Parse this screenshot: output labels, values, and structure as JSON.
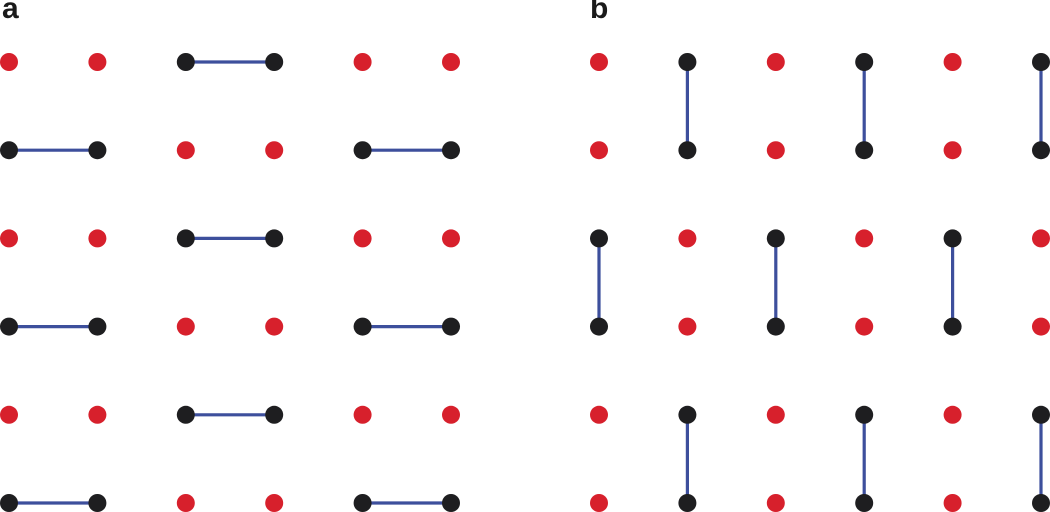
{
  "panels": [
    {
      "label": "a",
      "rows": 6,
      "cols": 6,
      "bonds": [
        [
          0,
          2,
          0,
          3
        ],
        [
          1,
          0,
          1,
          1
        ],
        [
          1,
          4,
          1,
          5
        ],
        [
          2,
          2,
          2,
          3
        ],
        [
          3,
          0,
          3,
          1
        ],
        [
          3,
          4,
          3,
          5
        ],
        [
          4,
          2,
          4,
          3
        ],
        [
          5,
          0,
          5,
          1
        ],
        [
          5,
          4,
          5,
          5
        ]
      ]
    },
    {
      "label": "b",
      "rows": 6,
      "cols": 6,
      "bonds": [
        [
          0,
          1,
          1,
          1
        ],
        [
          0,
          3,
          1,
          3
        ],
        [
          0,
          5,
          1,
          5
        ],
        [
          2,
          0,
          3,
          0
        ],
        [
          2,
          2,
          3,
          2
        ],
        [
          2,
          4,
          3,
          4
        ],
        [
          4,
          1,
          5,
          1
        ],
        [
          4,
          3,
          5,
          3
        ],
        [
          4,
          5,
          5,
          5
        ]
      ]
    }
  ],
  "colors": {
    "free_site": "#d7202c",
    "bonded_site": "#1e1e20",
    "bond": "#3d4f9c"
  }
}
